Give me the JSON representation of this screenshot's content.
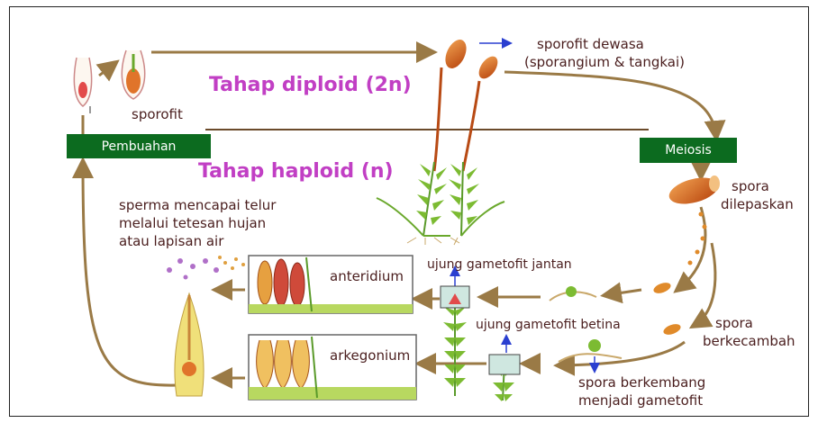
{
  "phases": {
    "diploid": "Tahap diploid (2n)",
    "haploid": "Tahap haploid (n)"
  },
  "boxes": {
    "fertilization": "Pembuahan",
    "meiosis": "Meiosis"
  },
  "labels": {
    "sporophyte": "sporofit",
    "mature_sporophyte_line1": "sporofit dewasa",
    "mature_sporophyte_line2": "(sporangium & tangkai)",
    "spores_released_line1": "spora",
    "spores_released_line2": "dilepaskan",
    "spores_germinate_line1": "spora",
    "spores_germinate_line2": "berkecambah",
    "spores_develop_line1": "spora berkembang",
    "spores_develop_line2": "menjadi gametofit",
    "male_tip": "ujung gametofit jantan",
    "female_tip": "ujung gametofit betina",
    "antheridium": "anteridium",
    "archegonium": "arkegonium",
    "sperm_line1": "sperma mencapai telur",
    "sperm_line2": "melalui tetesan hujan",
    "sperm_line3": "atau lapisan air"
  },
  "colors": {
    "arrow": "#9a7a46",
    "box": "#0c6b1f",
    "phase_text": "#c13fc4",
    "label_text": "#4a1e1e",
    "capsule": "#d8681e",
    "leaf": "#6aa82c"
  }
}
